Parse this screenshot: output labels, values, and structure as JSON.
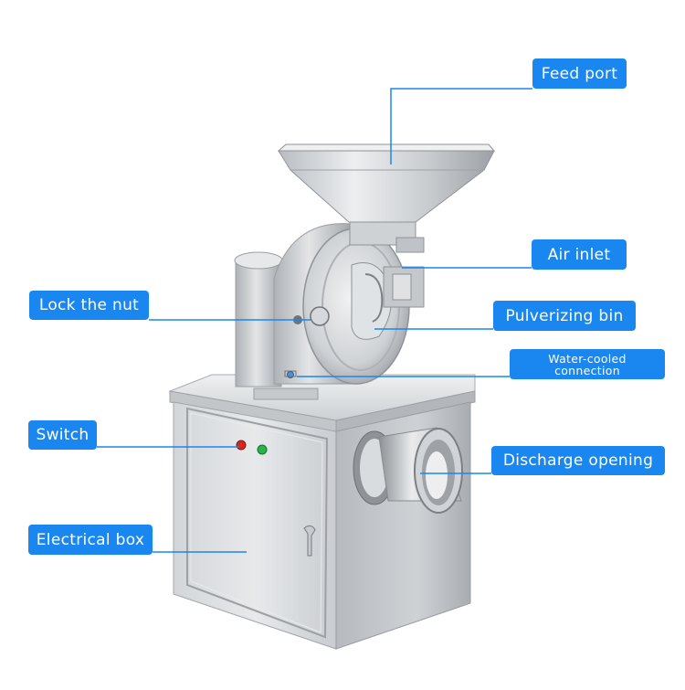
{
  "labels": {
    "feed_port": "Feed port",
    "air_inlet": "Air inlet",
    "lock_nut": "Lock the nut",
    "pulverizing_bin": "Pulverizing bin",
    "water_cooled_line1": "Water-cooled",
    "water_cooled_line2": "connection",
    "switch": "Switch",
    "discharge": "Discharge opening",
    "electrical_box": "Electrical box"
  },
  "colors": {
    "label_bg": "#1a86f0",
    "label_text": "#ffffff",
    "leader_line": "#1a86f0",
    "steel_light": "#e4e6e8",
    "steel_mid": "#c4c7ca",
    "steel_dark": "#8e9296",
    "switch_red": "#d9261c",
    "switch_green": "#2bb24c"
  }
}
